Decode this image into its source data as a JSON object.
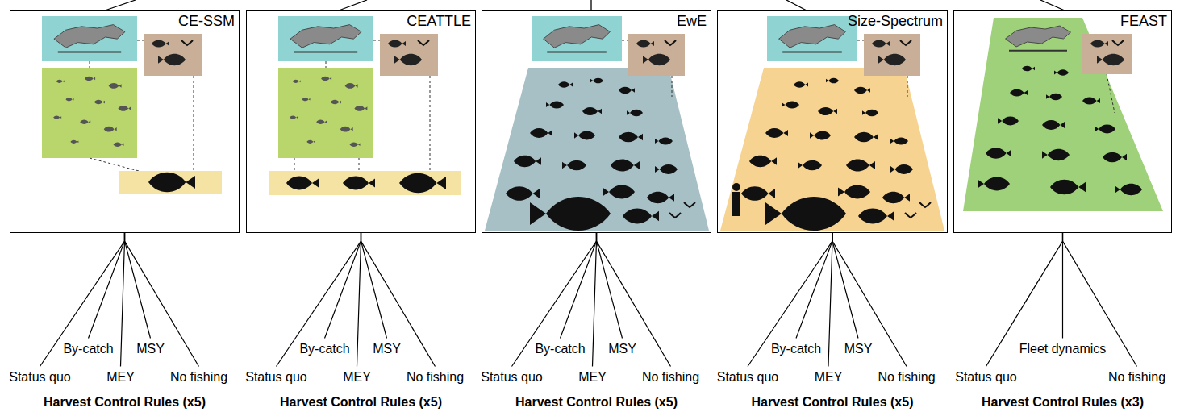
{
  "diagram": {
    "nodes": [
      {
        "text": [
          "CE-SSM"
        ]
      },
      {
        "text": [
          "Status quo"
        ]
      },
      {
        "text": [
          "By-catch"
        ]
      },
      {
        "text": [
          "MEY"
        ]
      },
      {
        "text": [
          "MSY"
        ]
      },
      {
        "text": [
          "No fishing"
        ]
      },
      {
        "text": [
          "CEATTLE"
        ]
      },
      {
        "text": [
          "Status quo"
        ]
      },
      {
        "text": [
          "By-catch"
        ]
      },
      {
        "text": [
          "MEY"
        ]
      },
      {
        "text": [
          "MSY"
        ]
      },
      {
        "text": [
          "No fishing"
        ]
      },
      {
        "text": [
          "EwE"
        ]
      },
      {
        "text": [
          "Status quo"
        ]
      },
      {
        "text": [
          "By-catch"
        ]
      },
      {
        "text": [
          "MEY"
        ]
      },
      {
        "text": [
          "MSY"
        ]
      },
      {
        "text": [
          "No fishing"
        ]
      },
      {
        "text": [
          "Size-Spectrum"
        ]
      },
      {
        "text": [
          "Status quo"
        ]
      },
      {
        "text": [
          "By-catch"
        ]
      },
      {
        "text": [
          "MEY"
        ]
      },
      {
        "text": [
          "MSY"
        ]
      },
      {
        "text": [
          "No fishing"
        ]
      },
      {
        "text": [
          "FEAST"
        ]
      },
      {
        "text": [
          "Status quo"
        ]
      },
      {
        "text": [
          "Fleet dynamics"
        ]
      },
      {
        "text": [
          "No fishing"
        ]
      }
    ],
    "edges": [
      {
        "from": 0,
        "to": 1,
        "arrow": "none"
      },
      {
        "from": 0,
        "to": 2,
        "arrow": "none"
      },
      {
        "from": 0,
        "to": 3,
        "arrow": "none"
      },
      {
        "from": 0,
        "to": 4,
        "arrow": "none"
      },
      {
        "from": 0,
        "to": 5,
        "arrow": "none"
      },
      {
        "from": 6,
        "to": 7,
        "arrow": "none"
      },
      {
        "from": 6,
        "to": 8,
        "arrow": "none"
      },
      {
        "from": 6,
        "to": 9,
        "arrow": "none"
      },
      {
        "from": 6,
        "to": 10,
        "arrow": "none"
      },
      {
        "from": 6,
        "to": 11,
        "arrow": "none"
      },
      {
        "from": 12,
        "to": 13,
        "arrow": "none"
      },
      {
        "from": 12,
        "to": 14,
        "arrow": "none"
      },
      {
        "from": 12,
        "to": 15,
        "arrow": "none"
      },
      {
        "from": 12,
        "to": 16,
        "arrow": "none"
      },
      {
        "from": 12,
        "to": 17,
        "arrow": "none"
      },
      {
        "from": 18,
        "to": 19,
        "arrow": "none"
      },
      {
        "from": 18,
        "to": 20,
        "arrow": "none"
      },
      {
        "from": 18,
        "to": 21,
        "arrow": "none"
      },
      {
        "from": 18,
        "to": 22,
        "arrow": "none"
      },
      {
        "from": 18,
        "to": 23,
        "arrow": "none"
      },
      {
        "from": 24,
        "to": 25,
        "arrow": "none"
      },
      {
        "from": 24,
        "to": 26,
        "arrow": "none"
      },
      {
        "from": 24,
        "to": 27,
        "arrow": "none"
      }
    ],
    "labels": [
      "Harvest Control Rules (x5)",
      "Harvest Control Rules (x5)",
      "Harvest Control Rules (x5)",
      "Harvest Control Rules (x5)",
      "Harvest Control Rules (x3)"
    ]
  }
}
